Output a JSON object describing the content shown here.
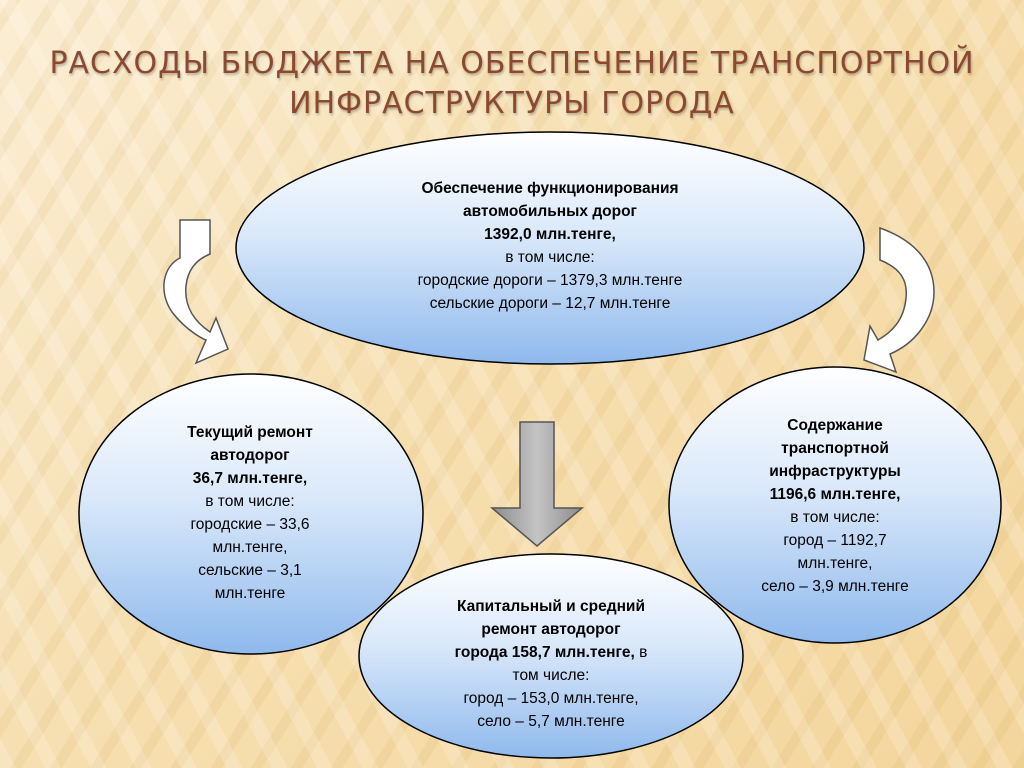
{
  "title": {
    "line1": "РАСХОДЫ БЮДЖЕТА НА ОБЕСПЕЧЕНИЕ ТРАНСПОРТНОЙ",
    "line2": "ИНФРАСТРУКТУРЫ ГОРОДА"
  },
  "top": {
    "b1": "Обеспечение функционирования",
    "b2": "автомобильных дорог",
    "b3": "1392,0  млн.тенге,",
    "n1": "в том числе:",
    "n2": "городские дороги – 1379,3  млн.тенге",
    "n3": "сельские дороги – 12,7 млн.тенге"
  },
  "left": {
    "b1": "Текущий ремонт",
    "b2": "автодорог",
    "b3": "36,7  млн.тенге,",
    "n1": "в том числе:",
    "n2": "городские – 33,6",
    "n3": "млн.тенге,",
    "n4": "сельские – 3,1",
    "n5": "млн.тенге"
  },
  "right": {
    "b1": "Содержание",
    "b2": "транспортной",
    "b3": "инфраструктуры",
    "b4": "1196,6  млн.тенге,",
    "n1": "в том числе:",
    "n2": "город – 1192,7",
    "n3": "млн.тенге,",
    "n4": "село – 3,9 млн.тенге"
  },
  "bottom": {
    "b1": "Капитальный и средний",
    "b2": "ремонт автодорог",
    "b3": "города 158,7 млн.тенге,",
    "n0": " в",
    "n1": "том числе:",
    "n2": "город – 153,0 млн.тенге,",
    "n3": "село – 5,7 млн.тенге"
  },
  "colors": {
    "title": "#8a4a32",
    "ellipse_light": "#ffffff",
    "ellipse_dark": "#8fb9ec",
    "arrow_fill": "#a8a8a8"
  }
}
